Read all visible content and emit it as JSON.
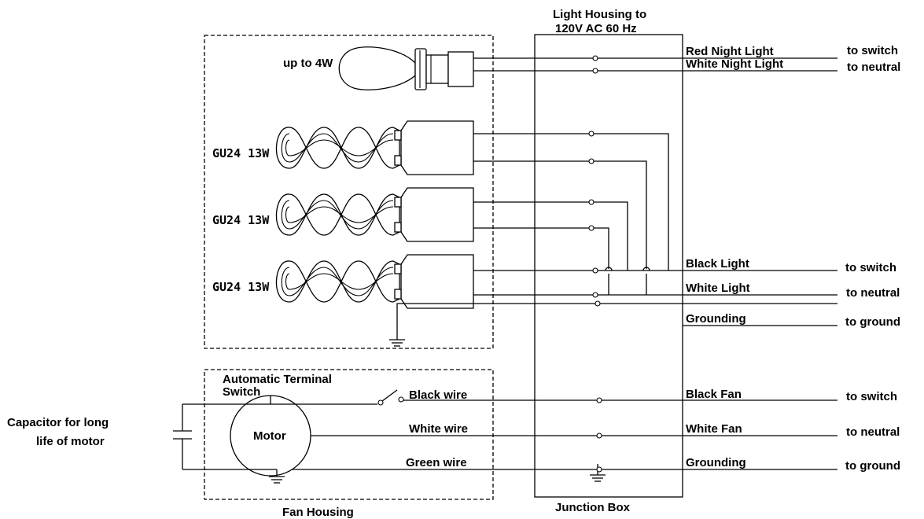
{
  "junction_box": {
    "header": [
      "Light Housing to",
      "120V AC 60 Hz"
    ],
    "label": "Junction Box"
  },
  "light_housing": {
    "night_bulb_label": "up to 4W",
    "bulb_labels": [
      "GU24 13W",
      "GU24 13W",
      "GU24 13W"
    ]
  },
  "fan_housing": {
    "label": "Fan Housing",
    "switch_label": [
      "Automatic Terminal",
      "Switch"
    ],
    "motor_label": "Motor",
    "wires": [
      "Black wire",
      "White wire",
      "Green wire"
    ]
  },
  "capacitor": {
    "label": [
      "Capacitor for long",
      "life of motor"
    ]
  },
  "connections": [
    {
      "wire": "Red Night Light",
      "to": "to switch"
    },
    {
      "wire": "White Night Light",
      "to": "to neutral"
    },
    {
      "wire": "Black Light",
      "to": "to switch"
    },
    {
      "wire": "White Light",
      "to": "to neutral"
    },
    {
      "wire": "Grounding",
      "to": "to ground"
    },
    {
      "wire": "Black Fan",
      "to": "to switch"
    },
    {
      "wire": "White Fan",
      "to": "to neutral"
    },
    {
      "wire": "Grounding",
      "to": "to ground"
    }
  ]
}
